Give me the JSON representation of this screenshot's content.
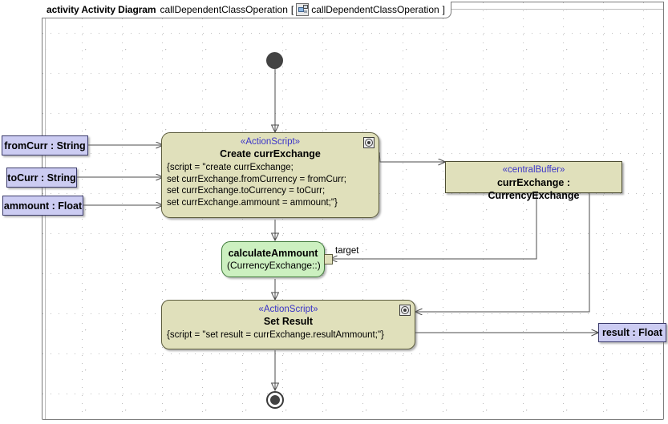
{
  "frame": {
    "keyword": "activity Activity Diagram",
    "name": "callDependentClassOperation",
    "bracket_open": "[",
    "operation_icon": "operation-icon",
    "operation_name": "callDependentClassOperation",
    "bracket_close": "]"
  },
  "nodes": {
    "initial": {
      "name": "initial-node"
    },
    "final": {
      "name": "activity-final-node"
    },
    "create_action": {
      "stereotype": "«ActionScript»",
      "name": "Create currExchange",
      "script_lines": [
        "{script = \"create currExchange;",
        "set currExchange.fromCurrency = fromCurr;",
        "set currExchange.toCurrency = toCurr;",
        "set currExchange.ammount = ammount;\"}"
      ],
      "corner_icon": "action-script-icon"
    },
    "set_result_action": {
      "stereotype": "«ActionScript»",
      "name": "Set Result",
      "script_lines": [
        "{script = \"set result = currExchange.resultAmmount;\"}"
      ],
      "corner_icon": "action-script-icon"
    },
    "central_buffer": {
      "stereotype": "«centralBuffer»",
      "name": "currExchange : CurrencyExchange"
    },
    "call_operation": {
      "name": "calculateAmmount",
      "owner": "(CurrencyExchange::)",
      "pin_label": "target"
    }
  },
  "parameters": [
    {
      "label": "fromCurr : String"
    },
    {
      "label": "toCurr : String"
    },
    {
      "label": "ammount : Float"
    },
    {
      "label": "result : Float"
    }
  ],
  "colors": {
    "action_fill": "#e0e0bb",
    "action_stroke": "#5c5c3d",
    "stereotype_text": "#3a34c8",
    "callop_fill": "#ccf0c0",
    "callop_stroke": "#3f7a3a",
    "param_fill": "#ccccf2",
    "param_stroke": "#3b3b6b",
    "edge": "#4b4b4b",
    "frame_stroke": "#7b7b7b",
    "grid_dot": "#bdbdbd",
    "canvas": "#ffffff"
  }
}
